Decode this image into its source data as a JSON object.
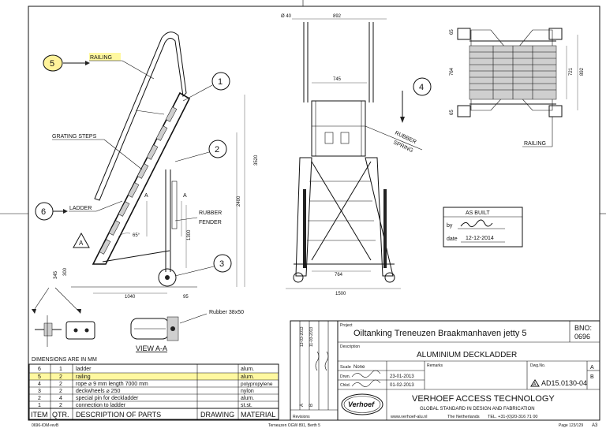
{
  "drawing": {
    "dimensions_note": "DIMENSIONS ARE IN MM",
    "view_label": "VIEW A-A",
    "callouts": [
      {
        "num": "1"
      },
      {
        "num": "2"
      },
      {
        "num": "3"
      },
      {
        "num": "4"
      },
      {
        "num": "5"
      },
      {
        "num": "6"
      }
    ],
    "labels": {
      "railing_left": "RAILING",
      "grating_steps": "GRATING STEPS",
      "ladder": "LADDER",
      "rubber_fender_1": "RUBBER",
      "rubber_fender_2": "FENDER",
      "rubber_spring_1": "RUBBER",
      "rubber_spring_2": "SPRING",
      "railing_right": "RAILING",
      "rubber_profile": "Rubber 38x50",
      "section_a": "A",
      "section_a2": "A",
      "view_tag": "A"
    },
    "dims": {
      "d40": "Ø 40",
      "d892_top": "892",
      "d745": "745",
      "d3520": "3520",
      "d2400": "2400",
      "d1300": "1300",
      "d345": "345",
      "d300": "300",
      "d1040": "1040",
      "d95": "95",
      "d65deg": "65°",
      "d764_bottom": "764",
      "d1500": "1500",
      "d65_top": "65",
      "d764_plan": "764",
      "d721": "721",
      "d892_plan": "892",
      "d65_bottom": "65"
    },
    "as_built": {
      "title": "AS BUILT",
      "by_label": "by",
      "date_label": "date",
      "date_value": "12-12-2014"
    }
  },
  "parts_table": {
    "headers": {
      "item": "ITEM",
      "qty": "QTR.",
      "desc": "DESCRIPTION OF PARTS",
      "drawing": "DRAWING",
      "material": "MATERIAL"
    },
    "rows": [
      {
        "item": "6",
        "qty": "1",
        "desc": "ladder",
        "material": "alum."
      },
      {
        "item": "5",
        "qty": "2",
        "desc": "railing",
        "material": "alum.",
        "highlight": true
      },
      {
        "item": "4",
        "qty": "2",
        "desc": "rope  ⌀ 9 mm length 7000 mm",
        "material": "polypropylene"
      },
      {
        "item": "3",
        "qty": "2",
        "desc": "deckwheels  ⌀ 250",
        "material": "nylon"
      },
      {
        "item": "2",
        "qty": "4",
        "desc": "special pin for deckladder",
        "material": "alum."
      },
      {
        "item": "1",
        "qty": "2",
        "desc": "connection to ladder",
        "material": "st.st."
      }
    ]
  },
  "title_block": {
    "project_label": "Project",
    "project": "Oiltanking Treneuzen Braakmanhaven jetty 5",
    "bno_label": "BNO:",
    "bno": "0696",
    "description_label": "Description",
    "description": "ALUMINIUM DECKLADDER",
    "scale_label": "Scale",
    "scale": "None",
    "remarks_label": "Remarks",
    "dwg_no_label": "Dwg.No.",
    "drawn_label": "Drwn.",
    "checked_label": "Chkd.",
    "date_drawn": "23-01-2013",
    "date_checked": "01-02-2013",
    "drawing_number": "AD15.0130-04",
    "rev_a": "A",
    "rev_b": "B",
    "revisions_label": "Revisions",
    "rev_dates": [
      "13-03-2013",
      "11-03-2013"
    ],
    "company": "VERHOEF  ACCESS  TECHNOLOGY",
    "slogan": "GLOBAL STANDARD IN DESIGN AND FABRICATION",
    "website": "www.verhoef-alu.nl",
    "country": "The Netherlands",
    "phone": "TEL. +31-(0)20-316 71 00",
    "logo_text": "Verhoef"
  },
  "footer": {
    "left": "0696-IOM-revB",
    "center": "Terneuzen OGW 891, Berth 5",
    "right": "Page 123/129",
    "sheet_size": "A3"
  },
  "colors": {
    "highlight": "#fff39a",
    "line": "#111111"
  }
}
